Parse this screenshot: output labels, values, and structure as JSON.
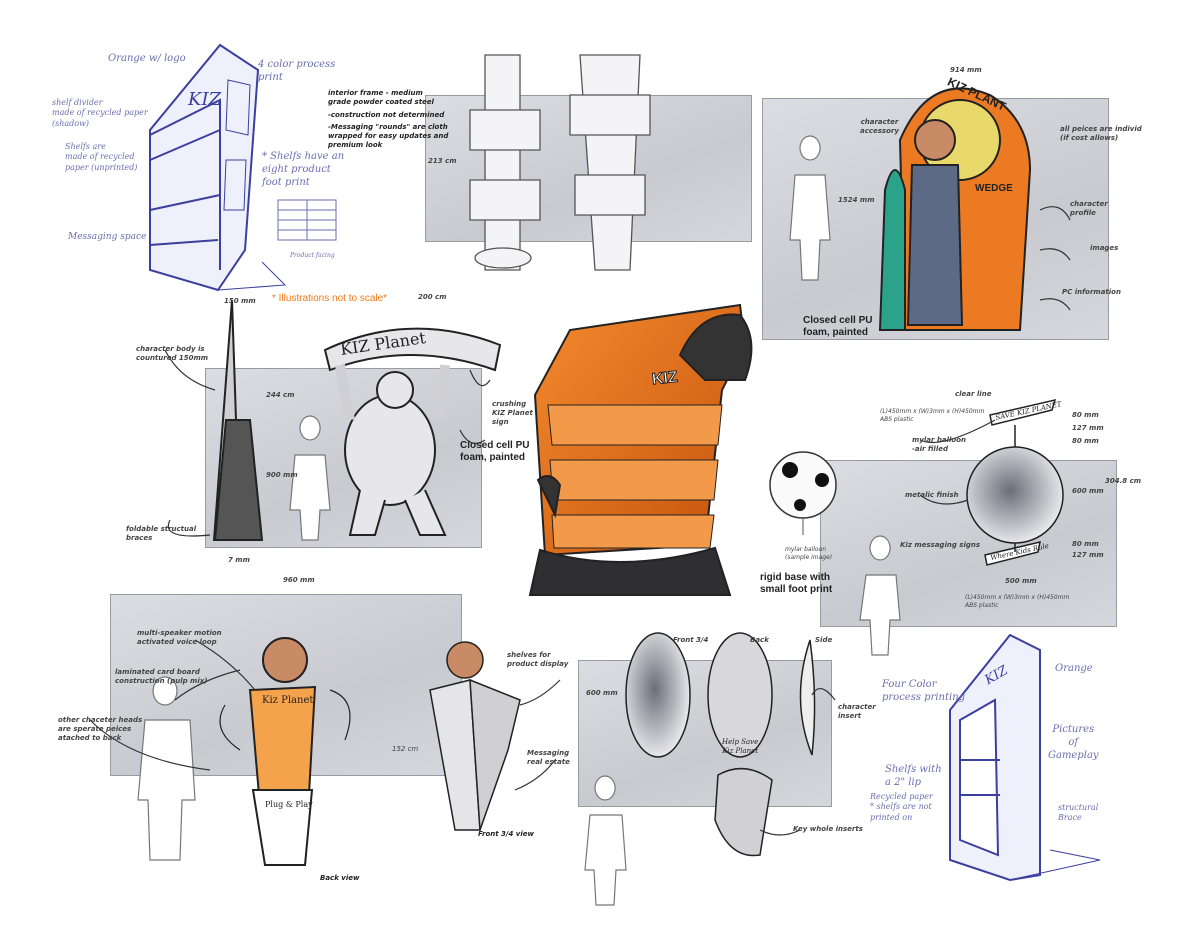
{
  "note": "* Illustrations not to scale*",
  "top_left_sketch": {
    "labels": [
      "Orange w/ logo",
      "shelf divider\nmade of recycled paper\n(shadow)",
      "Shelfs are\nmade of recycled\npaper (unprinted)",
      "Messaging space",
      "4 color process\nprint",
      "* Shelfs have an\neight product\nfoot print",
      "Product facing"
    ],
    "logo": "KIZ"
  },
  "top_notes": [
    "interior frame - medium\ngrade powder coated steel",
    "-construction not determined",
    "-Messaging \"rounds\" are cloth\nwrapped for easy updates and\npremium look"
  ],
  "tower": {
    "height": "213 cm"
  },
  "wedge": {
    "width": "914 mm",
    "height": "1524 mm",
    "sign_top": "KIZ PLANT",
    "sign_mid": "WEDGE",
    "labels": [
      "character\naccessory",
      "all peices are individ\n(if cost allows)",
      "character\nprofile",
      "images",
      "PC information"
    ]
  },
  "gorilla": {
    "dims": [
      "150 mm",
      "200 cm",
      "244 cm",
      "900 mm",
      "7 mm"
    ],
    "sign": "KIZ Planet",
    "labels": [
      "character body is\ncountured 150mm",
      "foldable structual\nbraces",
      "crushing\nKIZ Planet\nsign"
    ],
    "callout": "Closed cell PU\nfoam, painted"
  },
  "center_display": {
    "logo": "KIZ",
    "callout_top": "Closed cell PU\nfoam, painted",
    "callout_base": "rigid base with\nsmall foot print",
    "balloon_label": "mylar balloon\n(sample image)"
  },
  "planet_balloon": {
    "labels": [
      "clear line",
      "(L)450mm x (W)3mm x (H)450mm\nABS plastic",
      "mylar balloon\n-air filled",
      "metalic finish",
      "Kiz messaging signs",
      "(L)450mm x (W)3mm x (H)450mm\nABS plastic"
    ],
    "sign_top": "SAVE KIZ PLANET",
    "sign_bottom": "Where Kids Rule",
    "dims": [
      "80 mm",
      "127 mm",
      "80 mm",
      "600 mm",
      "80 mm",
      "127 mm",
      "500 mm",
      "304.8 cm"
    ]
  },
  "cardboard": {
    "width": "960 mm",
    "height": "152 cm",
    "sign": "Kiz Planet",
    "sign_bottom": "Plug & Play",
    "labels": [
      "multi-speaker motion\nactivated voice loop",
      "laminated card board\nconstruction (pulp mix)",
      "other chaceter heads\nare sperate peices\natached to back",
      "shelves for\nproduct display",
      "Messaging\nreal estate"
    ],
    "views": [
      "Back view",
      "Front 3/4 view"
    ]
  },
  "rounds": {
    "views": [
      "Front 3/4",
      "Back",
      "Side"
    ],
    "height": "600 mm",
    "inside_text": "Help Save\nKiz Planet",
    "labels": [
      "character\ninsert",
      "Key whole inserts"
    ]
  },
  "bottom_right_sketch": {
    "logo": "KIZ",
    "labels": [
      "Orange",
      "Four Color\nprocess printing",
      "Pictures\nof\nGameplay",
      "Shelfs with\na 2\" lip",
      "Recycled paper\n* shelfs are not\nprinted on",
      "structural\nBrace"
    ]
  },
  "colors": {
    "orange": "#e8701c",
    "sketch_blue": "#3b3f9e",
    "panel_gray": "#cfd0d5"
  }
}
